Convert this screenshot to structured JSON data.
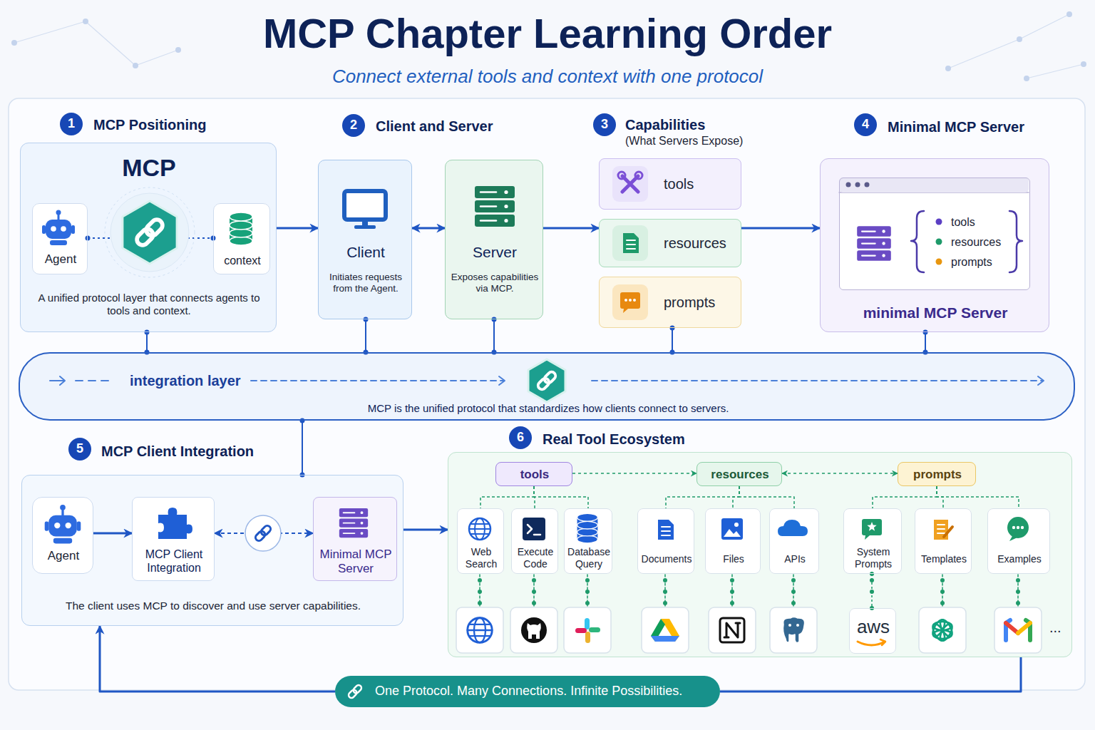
{
  "diagram": {
    "title": "MCP Chapter Learning Order",
    "nodes": [
      {
        "text": [
          "MCP Positioning",
          "MCP",
          "A unified protocol layer that connects agents to tools and context."
        ]
      },
      {
        "text": [
          "Agent"
        ],
        "in": 0
      },
      {
        "text": [
          "context"
        ],
        "in": 0
      },
      {
        "text": [
          "Client",
          "Initiates requests from the Agent."
        ]
      },
      {
        "text": [
          "Server",
          "Exposes capabilities via MCP."
        ]
      },
      {
        "text": [
          "tools"
        ]
      },
      {
        "text": [
          "resources"
        ]
      },
      {
        "text": [
          "prompts"
        ]
      },
      {
        "text": [
          "Minimal MCP Server",
          "minimal MCP Server"
        ]
      },
      {
        "text": [
          "tools",
          "resources",
          "prompts"
        ],
        "in": 8
      },
      {
        "text": [
          "integration layer",
          "MCP is the unified protocol that standardizes how clients connect to servers."
        ]
      },
      {
        "text": [
          "MCP Client Integration",
          "The client uses MCP to discover and use server capabilities."
        ]
      },
      {
        "text": [
          "Agent"
        ],
        "in": 11
      },
      {
        "text": [
          "MCP Client Integration"
        ],
        "in": 11
      },
      {
        "text": [
          "Minimal MCP Server"
        ],
        "in": 11
      },
      {
        "text": [
          "Real Tool Ecosystem"
        ]
      },
      {
        "text": [
          "tools"
        ],
        "in": 15
      },
      {
        "text": [
          "resources"
        ],
        "in": 15
      },
      {
        "text": [
          "prompts"
        ],
        "in": 15
      },
      {
        "text": [
          "Web Search"
        ],
        "in": 15
      },
      {
        "text": [
          "Execute Code"
        ],
        "in": 15
      },
      {
        "text": [
          "Database Query"
        ],
        "in": 15
      },
      {
        "text": [
          "Documents"
        ],
        "in": 15
      },
      {
        "text": [
          "Files"
        ],
        "in": 15
      },
      {
        "text": [
          "APIs"
        ],
        "in": 15
      },
      {
        "text": [
          "System Prompts"
        ],
        "in": 15
      },
      {
        "text": [
          "Templates"
        ],
        "in": 15
      },
      {
        "text": [
          "Examples"
        ],
        "in": 15
      },
      {
        "text": [
          "aws"
        ],
        "in": 15
      },
      {
        "text": [
          "One Protocol. Many Connections. Infinite Possibilities."
        ]
      }
    ],
    "edges": [
      {
        "from": 1,
        "to": 2,
        "arrow": "none"
      },
      {
        "from": 0,
        "to": 3,
        "arrow": "to"
      },
      {
        "from": 3,
        "to": 4,
        "arrow": "both"
      },
      {
        "from": 4,
        "to": 6,
        "arrow": "to"
      },
      {
        "from": 6,
        "to": 8,
        "arrow": "to"
      },
      {
        "from": 0,
        "to": 10,
        "arrow": "none"
      },
      {
        "from": 3,
        "to": 10,
        "arrow": "none"
      },
      {
        "from": 4,
        "to": 10,
        "arrow": "none"
      },
      {
        "from": 7,
        "to": 10,
        "arrow": "none"
      },
      {
        "from": 8,
        "to": 10,
        "arrow": "none"
      },
      {
        "from": 10,
        "to": 11,
        "arrow": "none"
      },
      {
        "from": 12,
        "to": 13,
        "arrow": "to"
      },
      {
        "from": 13,
        "to": 14,
        "arrow": "both"
      },
      {
        "from": 11,
        "to": 15,
        "arrow": "to"
      },
      {
        "from": 16,
        "to": 17,
        "arrow": "to"
      },
      {
        "from": 17,
        "to": 18,
        "arrow": "both"
      },
      {
        "from": 16,
        "to": 19,
        "arrow": "none"
      },
      {
        "from": 16,
        "to": 20,
        "arrow": "none"
      },
      {
        "from": 16,
        "to": 21,
        "arrow": "none"
      },
      {
        "from": 17,
        "to": 22,
        "arrow": "none"
      },
      {
        "from": 17,
        "to": 23,
        "arrow": "none"
      },
      {
        "from": 17,
        "to": 24,
        "arrow": "none"
      },
      {
        "from": 18,
        "to": 25,
        "arrow": "none"
      },
      {
        "from": 18,
        "to": 26,
        "arrow": "none"
      },
      {
        "from": 18,
        "to": 27,
        "arrow": "none"
      },
      {
        "from": 25,
        "to": 28,
        "arrow": "none"
      },
      {
        "from": 15,
        "to": 29,
        "arrow": "none"
      },
      {
        "from": 29,
        "to": 11,
        "arrow": "to"
      }
    ],
    "labels": [
      "Connect external tools and context with one protocol",
      "1",
      "2",
      "Client and Server",
      "3",
      "Capabilities",
      "(What Servers Expose)",
      "4",
      "5",
      "6",
      "..."
    ]
  }
}
